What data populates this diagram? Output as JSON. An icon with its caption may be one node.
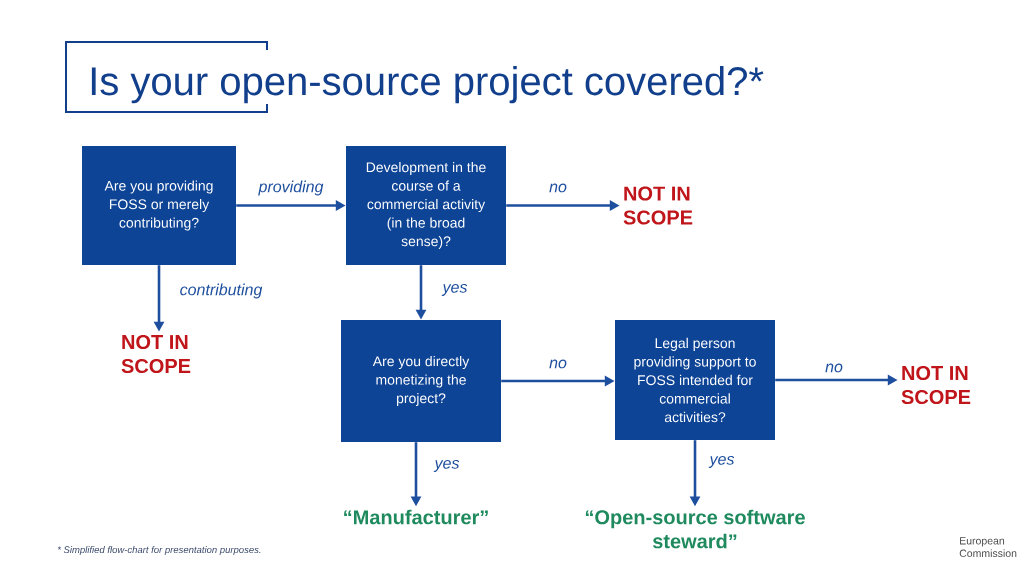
{
  "diagram": {
    "title": "Is your open-source project covered?*",
    "nodes": [
      {
        "text": [
          "Are you providing FOSS or merely contributing?"
        ]
      },
      {
        "text": [
          "Development in the course of a commercial activity (in the broad sense)?"
        ]
      },
      {
        "text": [
          "NOT IN SCOPE"
        ]
      },
      {
        "text": [
          "NOT IN SCOPE"
        ]
      },
      {
        "text": [
          "Are you directly monetizing the project?"
        ]
      },
      {
        "text": [
          "Legal person providing support to FOSS intended for commercial activities?"
        ]
      },
      {
        "text": [
          "NOT IN SCOPE"
        ]
      },
      {
        "text": [
          "“Manufacturer”"
        ]
      },
      {
        "text": [
          "“Open-source software steward”"
        ]
      }
    ],
    "edges": [
      {
        "from": 0,
        "to": 1,
        "arrow": "to",
        "label": "providing"
      },
      {
        "from": 1,
        "to": 2,
        "arrow": "to",
        "label": "no"
      },
      {
        "from": 0,
        "to": 3,
        "arrow": "to",
        "label": "contributing"
      },
      {
        "from": 1,
        "to": 4,
        "arrow": "to",
        "label": "yes"
      },
      {
        "from": 4,
        "to": 5,
        "arrow": "to",
        "label": "no"
      },
      {
        "from": 5,
        "to": 6,
        "arrow": "to",
        "label": "no"
      },
      {
        "from": 4,
        "to": 7,
        "arrow": "to",
        "label": "yes"
      },
      {
        "from": 5,
        "to": 8,
        "arrow": "to",
        "label": "yes"
      }
    ],
    "labels": [
      "* Simplified flow-chart for presentation purposes.",
      "European Commission"
    ]
  }
}
